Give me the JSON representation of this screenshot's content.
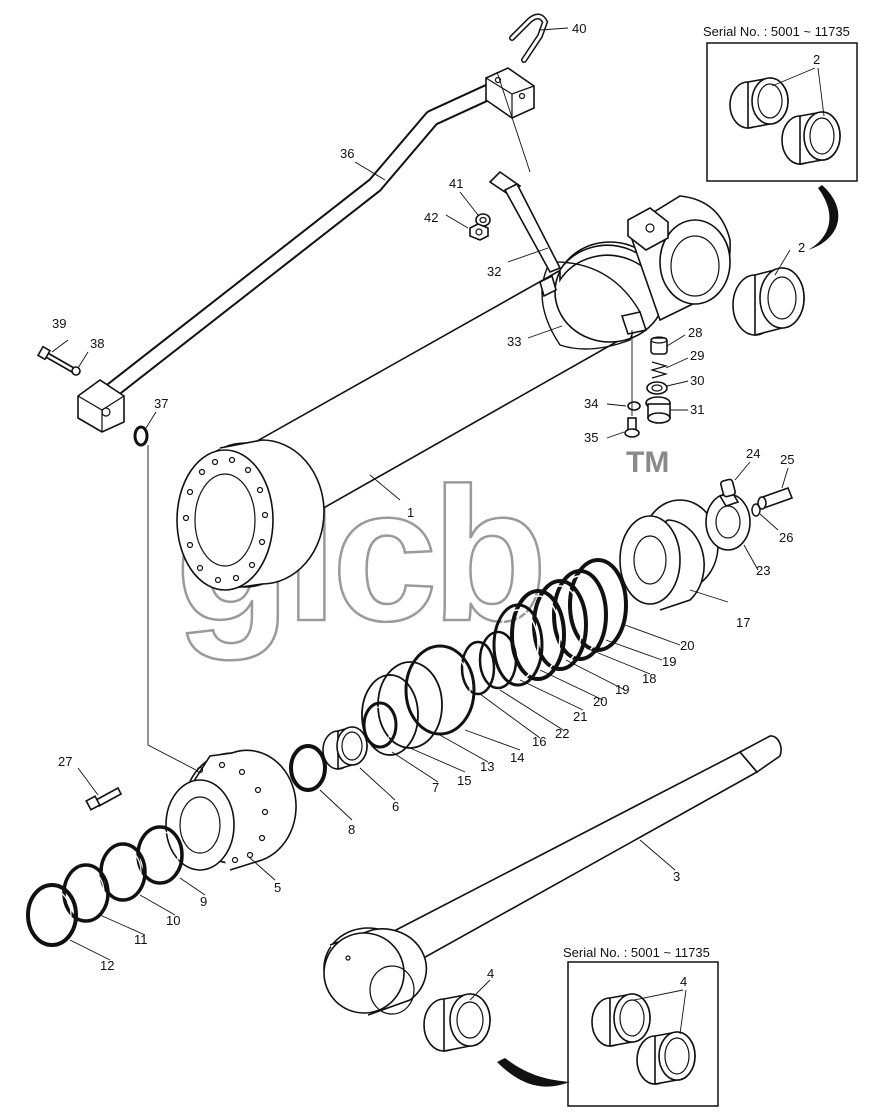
{
  "watermark": {
    "text": "glcb",
    "tm": "TM"
  },
  "insets": [
    {
      "serial": "Serial No. : 5001 ~ 11735",
      "label": "2"
    },
    {
      "serial": "Serial No. : 5001 ~ 11735",
      "label": "4"
    }
  ],
  "labels": {
    "p1": "1",
    "p2": "2",
    "p3": "3",
    "p4": "4",
    "p5": "5",
    "p6": "6",
    "p7": "7",
    "p8": "8",
    "p9": "9",
    "p10": "10",
    "p11": "11",
    "p12": "12",
    "p13": "13",
    "p14": "14",
    "p15": "15",
    "p16": "16",
    "p17": "17",
    "p18a": "18",
    "p19a": "19",
    "p19b": "19",
    "p20a": "20",
    "p20b": "20",
    "p21": "21",
    "p22": "22",
    "p23": "23",
    "p24": "24",
    "p25": "25",
    "p26": "26",
    "p27": "27",
    "p28": "28",
    "p29": "29",
    "p30": "30",
    "p31": "31",
    "p32": "32",
    "p33": "33",
    "p34": "34",
    "p35": "35",
    "p36": "36",
    "p37": "37",
    "p38": "38",
    "p39": "39",
    "p40": "40",
    "p41": "41",
    "p42": "42"
  }
}
